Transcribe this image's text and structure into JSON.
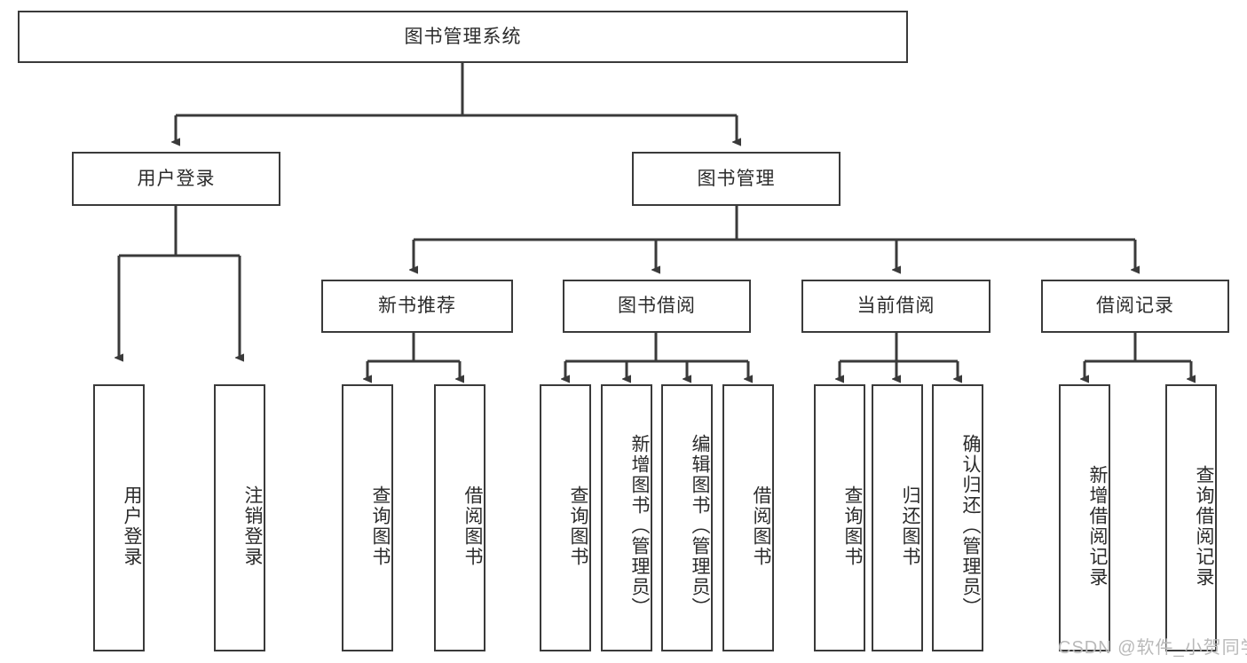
{
  "diagram": {
    "title": "图书管理系统",
    "type": "hierarchy-tree",
    "watermark": "CSDN @软件_小贺同学",
    "colors": {
      "box_border": "#3a3a3a",
      "box_fill": "#ffffff",
      "line": "#3a3a3a",
      "text": "#2b2b2b",
      "watermark": "#b9b9b9"
    },
    "nodes": {
      "root": {
        "label": "图书管理系统",
        "orientation": "horizontal"
      },
      "user_login": {
        "label": "用户登录",
        "orientation": "horizontal"
      },
      "book_mgmt": {
        "label": "图书管理",
        "orientation": "horizontal"
      },
      "new_book_rec": {
        "label": "新书推荐",
        "orientation": "horizontal"
      },
      "book_borrow": {
        "label": "图书借阅",
        "orientation": "horizontal"
      },
      "current_borrow": {
        "label": "当前借阅",
        "orientation": "horizontal"
      },
      "borrow_record": {
        "label": "借阅记录",
        "orientation": "horizontal"
      },
      "leaf_user_login": {
        "label": "用户登录",
        "orientation": "vertical"
      },
      "leaf_user_logout": {
        "label": "注销登录",
        "orientation": "vertical"
      },
      "leaf_rec_query": {
        "label": "查询图书",
        "orientation": "vertical"
      },
      "leaf_rec_borrow": {
        "label": "借阅图书",
        "orientation": "vertical"
      },
      "leaf_borrow_query": {
        "label": "查询图书",
        "orientation": "vertical"
      },
      "leaf_borrow_add": {
        "label": "新增图书（管理员）",
        "orientation": "vertical"
      },
      "leaf_borrow_edit": {
        "label": "编辑图书（管理员）",
        "orientation": "vertical"
      },
      "leaf_borrow_do": {
        "label": "借阅图书",
        "orientation": "vertical"
      },
      "leaf_cur_query": {
        "label": "查询图书",
        "orientation": "vertical"
      },
      "leaf_cur_return": {
        "label": "归还图书",
        "orientation": "vertical"
      },
      "leaf_cur_confirm": {
        "label": "确认归还（管理员）",
        "orientation": "vertical"
      },
      "leaf_rcd_add": {
        "label": "新增借阅记录",
        "orientation": "vertical"
      },
      "leaf_rcd_query": {
        "label": "查询借阅记录",
        "orientation": "vertical"
      }
    },
    "edges": [
      {
        "from": "root",
        "to": "user_login"
      },
      {
        "from": "root",
        "to": "book_mgmt"
      },
      {
        "from": "user_login",
        "to": "leaf_user_login"
      },
      {
        "from": "user_login",
        "to": "leaf_user_logout"
      },
      {
        "from": "book_mgmt",
        "to": "new_book_rec"
      },
      {
        "from": "book_mgmt",
        "to": "book_borrow"
      },
      {
        "from": "book_mgmt",
        "to": "current_borrow"
      },
      {
        "from": "book_mgmt",
        "to": "borrow_record"
      },
      {
        "from": "new_book_rec",
        "to": "leaf_rec_query"
      },
      {
        "from": "new_book_rec",
        "to": "leaf_rec_borrow"
      },
      {
        "from": "book_borrow",
        "to": "leaf_borrow_query"
      },
      {
        "from": "book_borrow",
        "to": "leaf_borrow_add"
      },
      {
        "from": "book_borrow",
        "to": "leaf_borrow_edit"
      },
      {
        "from": "book_borrow",
        "to": "leaf_borrow_do"
      },
      {
        "from": "current_borrow",
        "to": "leaf_cur_query"
      },
      {
        "from": "current_borrow",
        "to": "leaf_cur_return"
      },
      {
        "from": "current_borrow",
        "to": "leaf_cur_confirm"
      },
      {
        "from": "borrow_record",
        "to": "leaf_rcd_add"
      },
      {
        "from": "borrow_record",
        "to": "leaf_rcd_query"
      }
    ]
  }
}
